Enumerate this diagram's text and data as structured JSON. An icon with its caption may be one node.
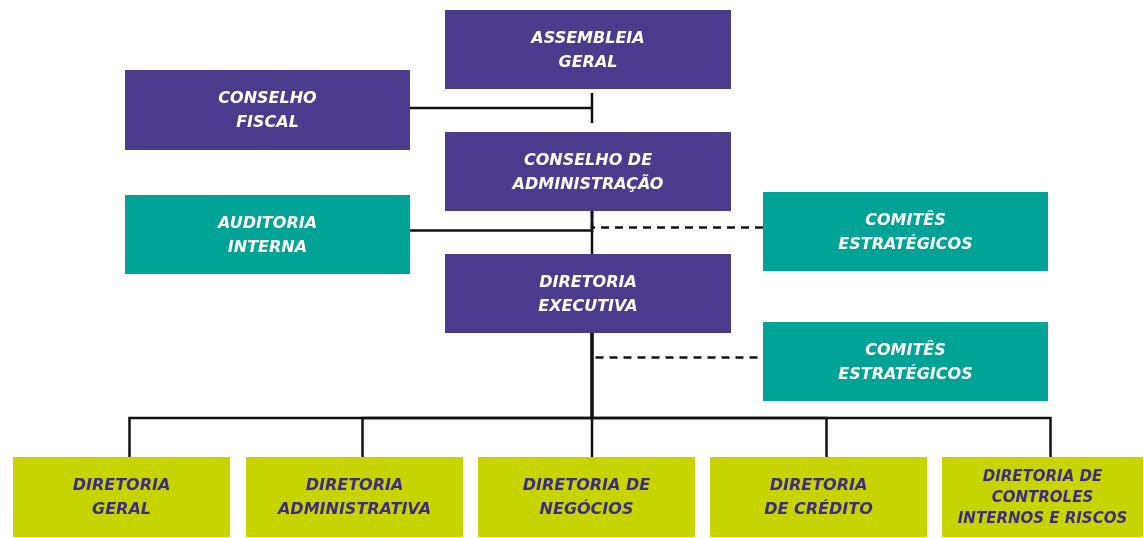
{
  "diagram": {
    "nodes": [
      {
        "text": [
          "ASSEMBLEIA GERAL"
        ]
      },
      {
        "text": [
          "CONSELHO FISCAL"
        ]
      },
      {
        "text": [
          "CONSELHO DE ADMINISTRAÇÃO"
        ]
      },
      {
        "text": [
          "AUDITORIA INTERNA"
        ]
      },
      {
        "text": [
          "COMITÊS ESTRATÉGICOS"
        ]
      },
      {
        "text": [
          "DIRETORIA EXECUTIVA"
        ]
      },
      {
        "text": [
          "COMITÊS ESTRATÉGICOS"
        ]
      },
      {
        "text": [
          "DIRETORIA GERAL"
        ]
      },
      {
        "text": [
          "DIRETORIA ADMINISTRATIVA"
        ]
      },
      {
        "text": [
          "DIRETORIA DE NEGÓCIOS"
        ]
      },
      {
        "text": [
          "DIRETORIA DE CRÉDITO"
        ]
      },
      {
        "text": [
          "DIRETORIA DE CONTROLES INTERNOS E RISCOS"
        ]
      }
    ],
    "edges": [
      {
        "from": 1,
        "to": 0,
        "arrow": "other"
      },
      {
        "from": 2,
        "to": 5,
        "arrow": "none"
      },
      {
        "from": 3,
        "to": 2,
        "arrow": "none"
      },
      {
        "from": 4,
        "to": 2,
        "arrow": "none",
        "style": "dashed"
      },
      {
        "from": 5,
        "to": 6,
        "arrow": "none",
        "style": "dashed"
      },
      {
        "from": 5,
        "to": 7,
        "arrow": "none"
      },
      {
        "from": 5,
        "to": 8,
        "arrow": "none"
      },
      {
        "from": 5,
        "to": 9,
        "arrow": "none"
      },
      {
        "from": 5,
        "to": 10,
        "arrow": "none"
      },
      {
        "from": 5,
        "to": 11,
        "arrow": "none"
      }
    ]
  }
}
